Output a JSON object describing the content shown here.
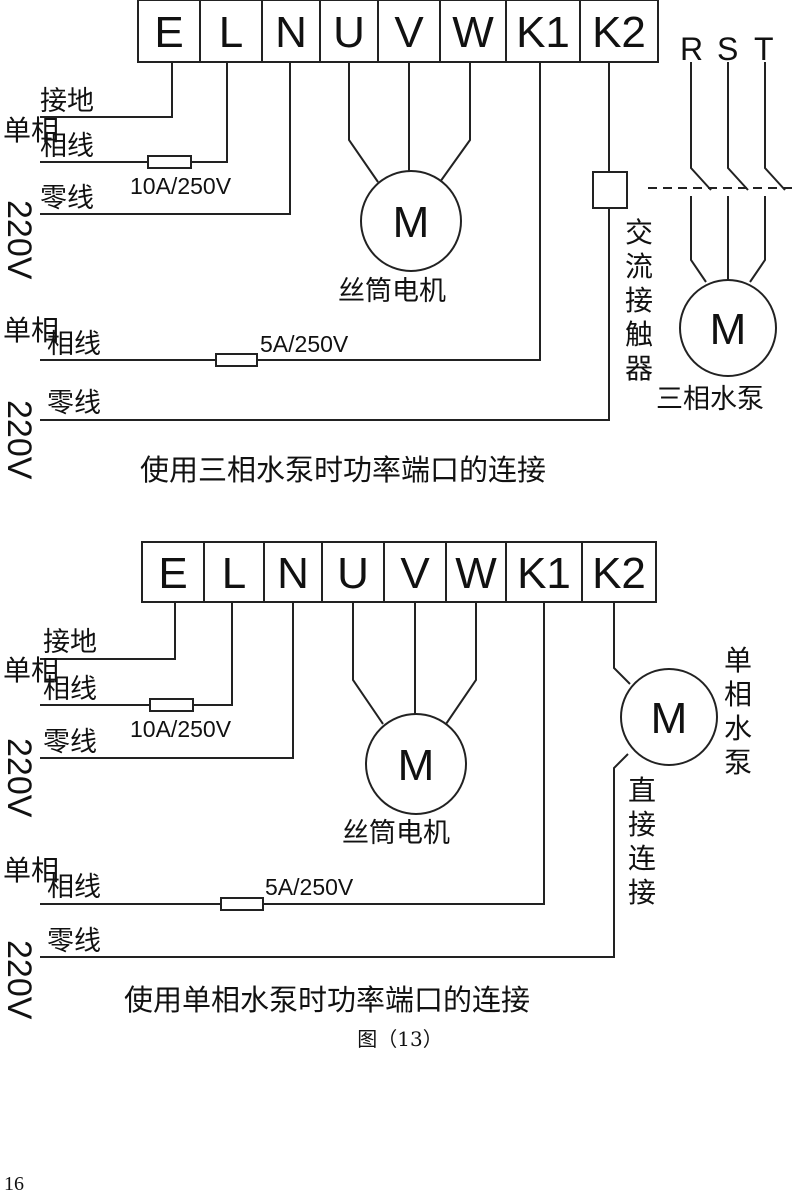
{
  "terminals": [
    "E",
    "L",
    "N",
    "U",
    "V",
    "W",
    "K1",
    "K2"
  ],
  "labels": {
    "ground": "接地",
    "phase_wire": "相线",
    "neutral_wire": "零线",
    "single_phase": "单相",
    "voltage_220v": "220V",
    "fuse_main": "10A/250V",
    "fuse_aux": "5A/250V",
    "motor_symbol": "M",
    "drum_motor": "丝筒电机"
  },
  "diagram1": {
    "rst": [
      "R",
      "S",
      "T"
    ],
    "contactor": "交流接触器",
    "pump": "三相水泵",
    "caption": "使用三相水泵时功率端口的连接"
  },
  "diagram2": {
    "pump": "单相水泵",
    "direct": "直接连接",
    "caption": "使用单相水泵时功率端口的连接",
    "figure": "图（13）"
  },
  "page_number": "16"
}
